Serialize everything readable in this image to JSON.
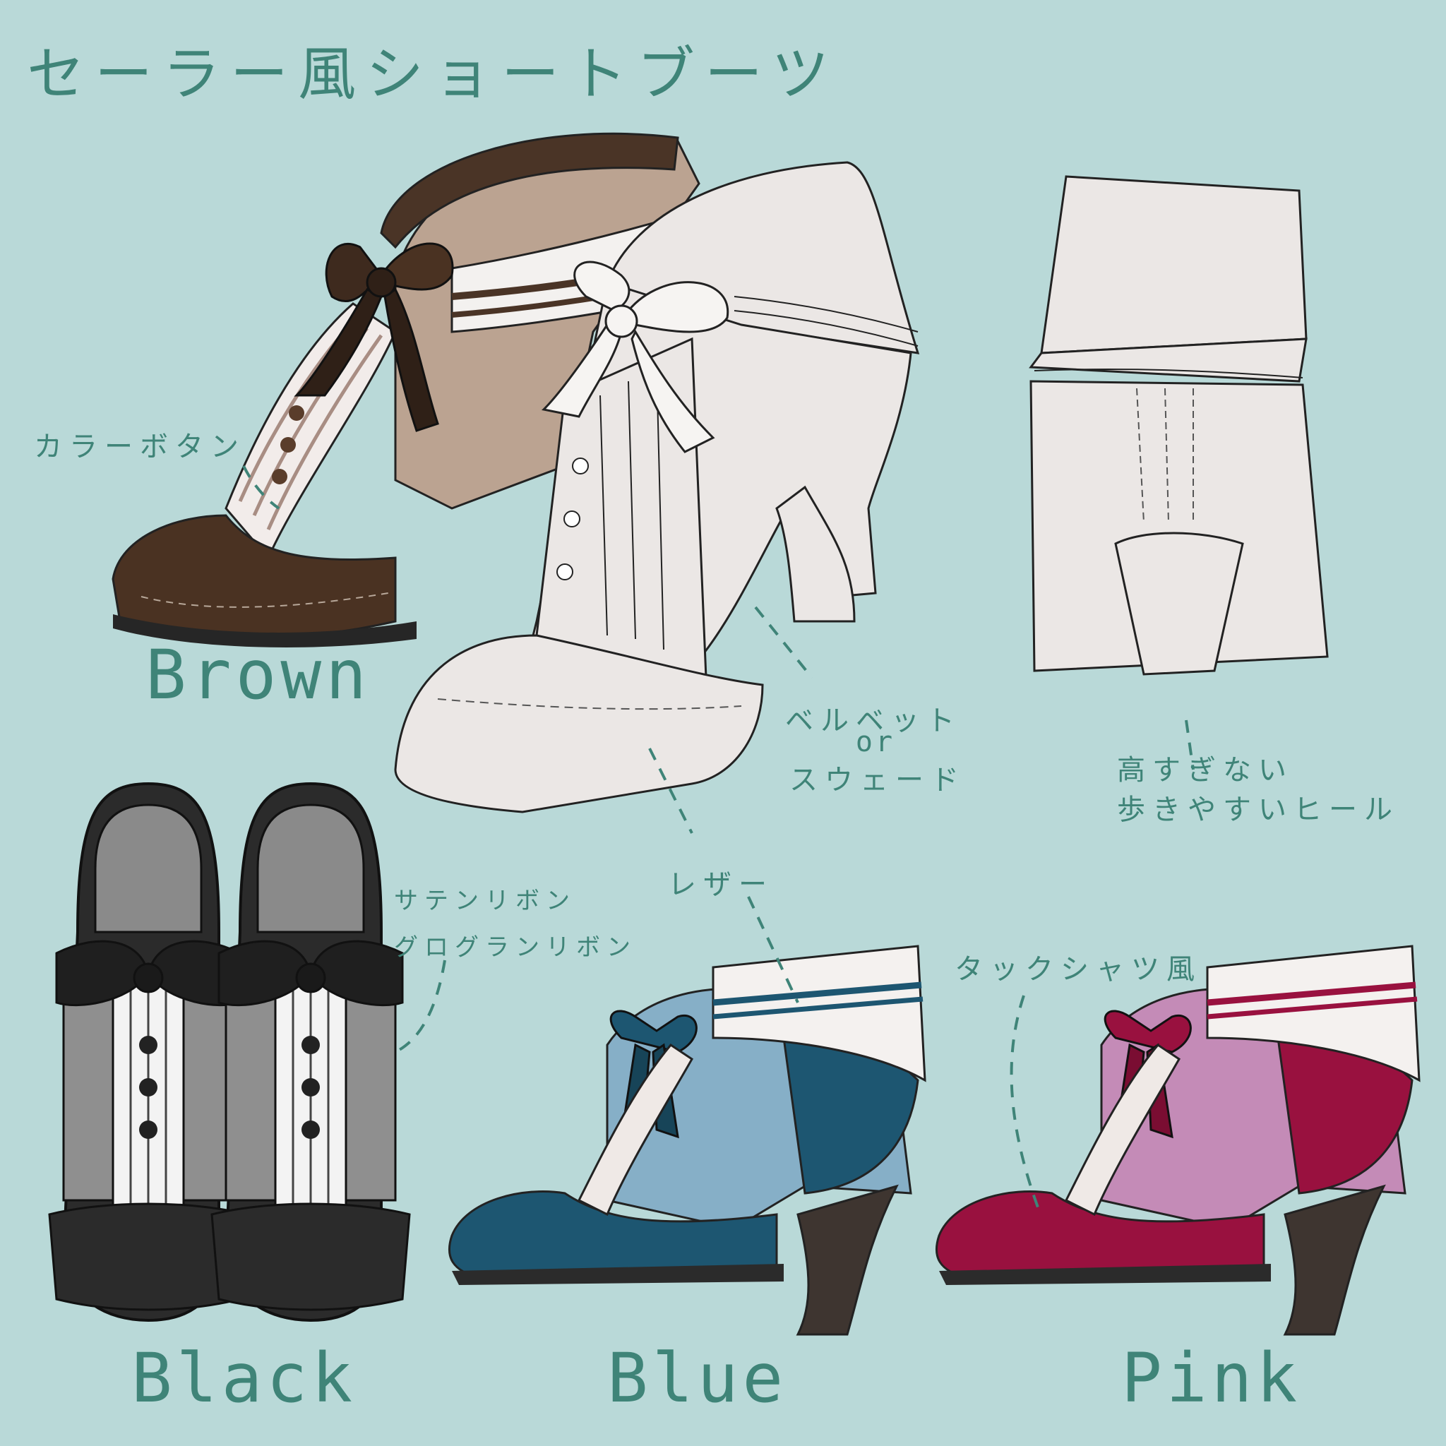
{
  "title": "セーラー風ショートブーツ",
  "colors": {
    "background": "#b9d9d8",
    "text": "#3f8478",
    "brown": "#4a3222",
    "blue": "#1d5671",
    "pink": "#99113f",
    "black": "#2b2b2b"
  },
  "variants": [
    {
      "name": "Brown"
    },
    {
      "name": "Black"
    },
    {
      "name": "Blue"
    },
    {
      "name": "Pink"
    }
  ],
  "annotations": {
    "color_button": "カラーボタン",
    "velvet": "ベルベット",
    "or": "or",
    "suede": "スウェード",
    "heel_line1": "高すぎない",
    "heel_line2": "歩きやすいヒール",
    "satin_ribbon": "サテンリボン",
    "grosgrain_ribbon": "グログランリボン",
    "leather": "レザー",
    "tuck_shirt": "タックシャツ風"
  }
}
